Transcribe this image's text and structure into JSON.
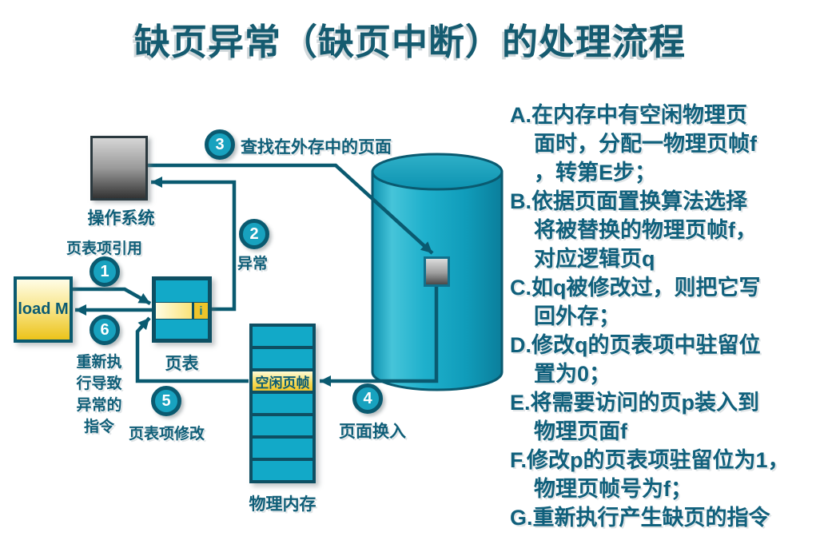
{
  "title": "缺页异常（缺页中断）的处理流程",
  "steps_panel": [
    {
      "id": "A",
      "text": "A.在内存中有空闲物理页\n面时，分配一物理页帧f\n，转第E步；"
    },
    {
      "id": "B",
      "text": "B.依据页面置换算法选择\n将被替换的物理页帧f，\n对应逻辑页q"
    },
    {
      "id": "C",
      "text": "C.如q被修改过，则把它写\n回外存；"
    },
    {
      "id": "D",
      "text": "D.修改q的页表项中驻留位\n置为0；"
    },
    {
      "id": "E",
      "text": "E.将需要访问的页p装入到\n物理页面f"
    },
    {
      "id": "F",
      "text": "F.修改p的页表项驻留位为1，\n物理页帧号为f；"
    },
    {
      "id": "G",
      "text": "G.重新执行产生缺页的指令"
    }
  ],
  "diagram": {
    "os_box_label": "操作系统",
    "instruction_box_label": "load M",
    "page_table_label": "页表",
    "pte_flag": "i",
    "memory_label": "物理内存",
    "free_frame_label": "空闲页帧",
    "flow": {
      "s1": {
        "num": "1",
        "label": "页表项引用"
      },
      "s2": {
        "num": "2",
        "label": "异常"
      },
      "s3": {
        "num": "3",
        "label": "查找在外存中的页面"
      },
      "s4": {
        "num": "4",
        "label": "页面换入"
      },
      "s5": {
        "num": "5",
        "label": "页表项修改"
      },
      "s6": {
        "num": "6",
        "label": "重新执\n行导致\n异常的\n指令"
      }
    }
  },
  "colors": {
    "accent_cyan": "#12A9C8",
    "dark_teal": "#0A5A70",
    "text_teal": "#10607C",
    "highlight_yellow": "#F6DA55",
    "gold": "#EFC42B",
    "title_teal": "#155B70"
  }
}
